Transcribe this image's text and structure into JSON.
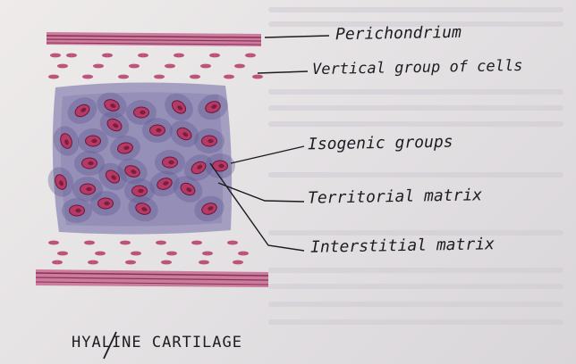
{
  "labels": {
    "perichondrium": "Perichondrium",
    "vertical_group": "Vertical group of cells",
    "isogenic": "Isogenic groups",
    "territorial": "Territorial matrix",
    "interstitial": "Interstitial matrix"
  },
  "title": "HYALINE CARTILAGE",
  "colors": {
    "ink": "#1c1c22",
    "perichondrium": "#b0557a",
    "matrix": "#8e88b4",
    "cell": "#b53a66",
    "cell_nucleus": "#6a1838"
  }
}
